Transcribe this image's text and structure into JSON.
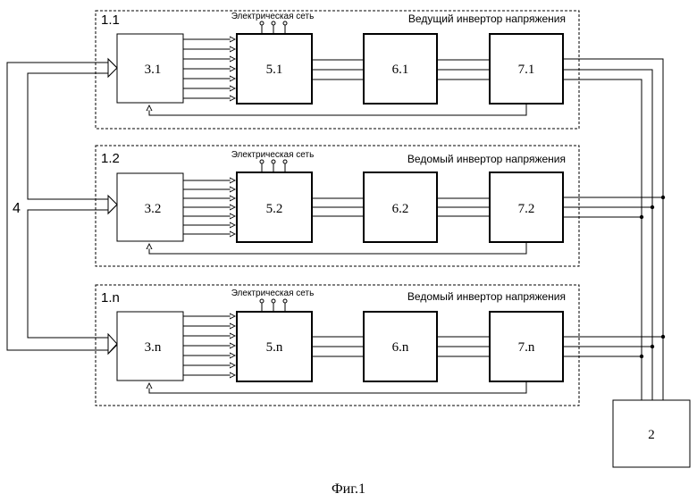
{
  "figure_caption": "Фиг.1",
  "bus_label": "4",
  "controller_label": "2",
  "grid_label": "Электрическая сеть",
  "units": [
    {
      "id": "1.1",
      "title": "Ведущий инвертор напряжения",
      "blocks": [
        "3.1",
        "5.1",
        "6.1",
        "7.1"
      ]
    },
    {
      "id": "1.2",
      "title": "Ведомый инвертор напряжения",
      "blocks": [
        "3.2",
        "5.2",
        "6.2",
        "7.2"
      ]
    },
    {
      "id": "1.n",
      "title": "Ведомый инвертор напряжения",
      "blocks": [
        "3.n",
        "5.n",
        "6.n",
        "7.n"
      ]
    }
  ]
}
